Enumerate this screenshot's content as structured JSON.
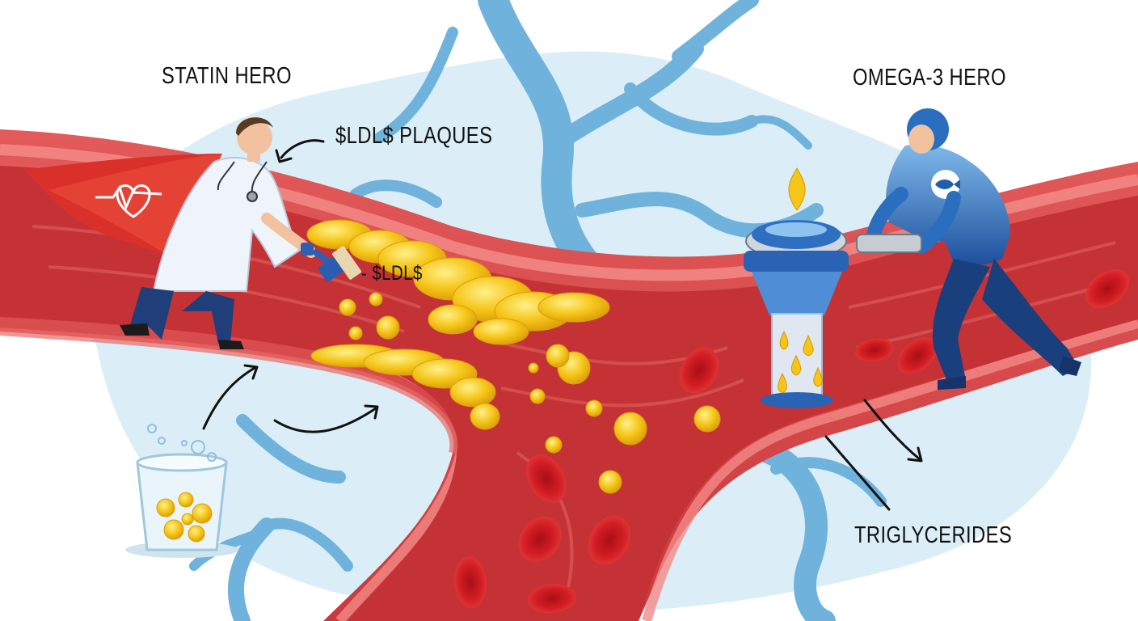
{
  "labels": {
    "statin_hero": "STATIN HERO",
    "omega3_hero": "OMEGA-3 HERO",
    "ldl_plaques": "$LDL$ PLAQUES",
    "minus_ldl": "- $LDL$",
    "triglycerides": "TRIGLYCERIDES"
  },
  "colors": {
    "artery_wall": "#d9474a",
    "artery_inner": "#c43236",
    "artery_highlight": "#f28a86",
    "plaque": "#f5c518",
    "vessel_blue": "#6fb3dd",
    "background_blob": "#dbeef7",
    "red_cell": "#d11d24",
    "hero_blue": "#1f5fae"
  },
  "icons": {
    "statin_chest": "heart-rate-icon",
    "omega_chest": "fish-icon"
  }
}
